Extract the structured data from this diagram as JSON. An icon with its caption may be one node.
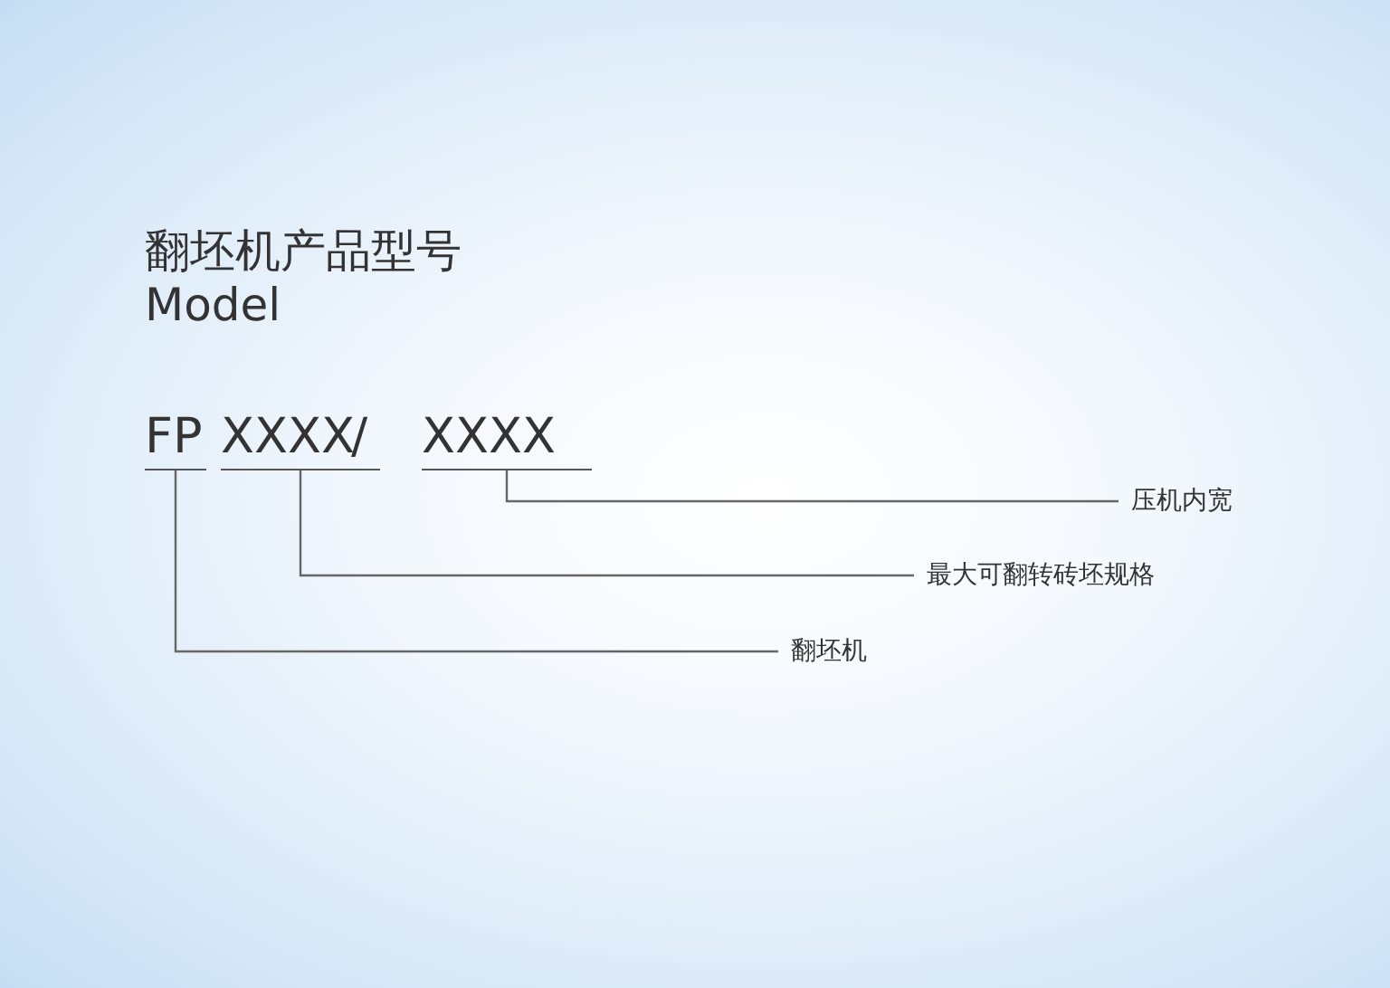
{
  "diagram": {
    "title": "翻坯机产品型号",
    "nodes": [
      {
        "text": [
          "FP"
        ]
      },
      {
        "text": [
          "XXXX"
        ]
      },
      {
        "text": [
          "XXXX"
        ]
      },
      {
        "text": [
          "压机内宽"
        ]
      },
      {
        "text": [
          "最大可翻转砖坯规格"
        ]
      },
      {
        "text": [
          "翻坯机"
        ]
      }
    ],
    "edges": [
      {
        "from": 2,
        "to": 3,
        "arrow": "none"
      },
      {
        "from": 1,
        "to": 4,
        "arrow": "none"
      },
      {
        "from": 0,
        "to": 5,
        "arrow": "none"
      }
    ],
    "labels": [
      "Model",
      "/"
    ]
  }
}
